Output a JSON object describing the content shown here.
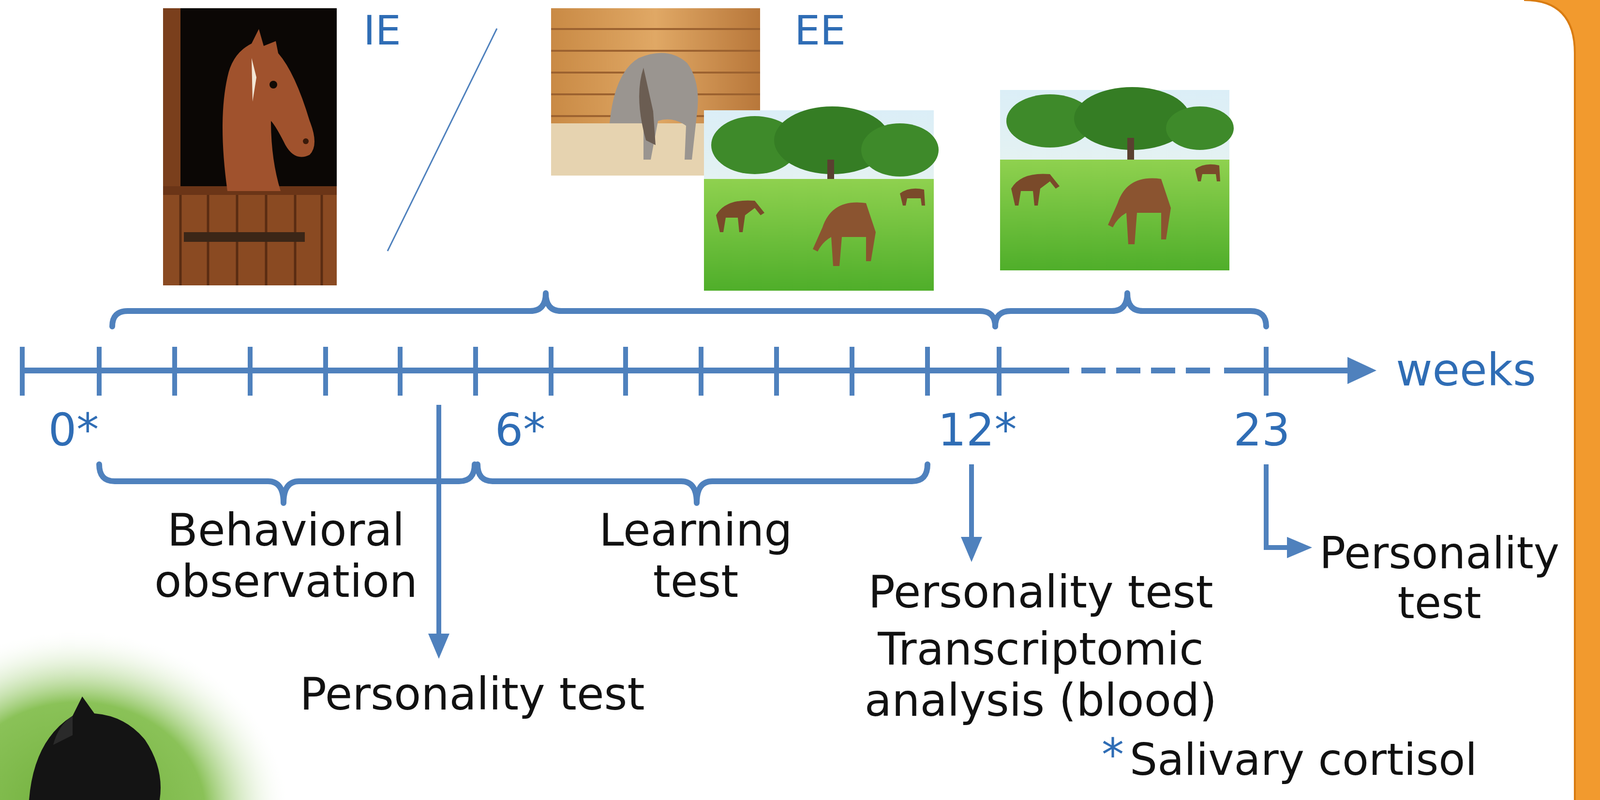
{
  "diagram": {
    "labels": [
      "IE",
      "EE",
      "0*",
      "6*",
      "12*",
      "23",
      "weeks",
      "Behavioral observation",
      "Learning test",
      "Personality test",
      "Personality test",
      "Transcriptomic analysis (blood)",
      "Personality test",
      "*",
      "Salivary cortisol"
    ]
  }
}
